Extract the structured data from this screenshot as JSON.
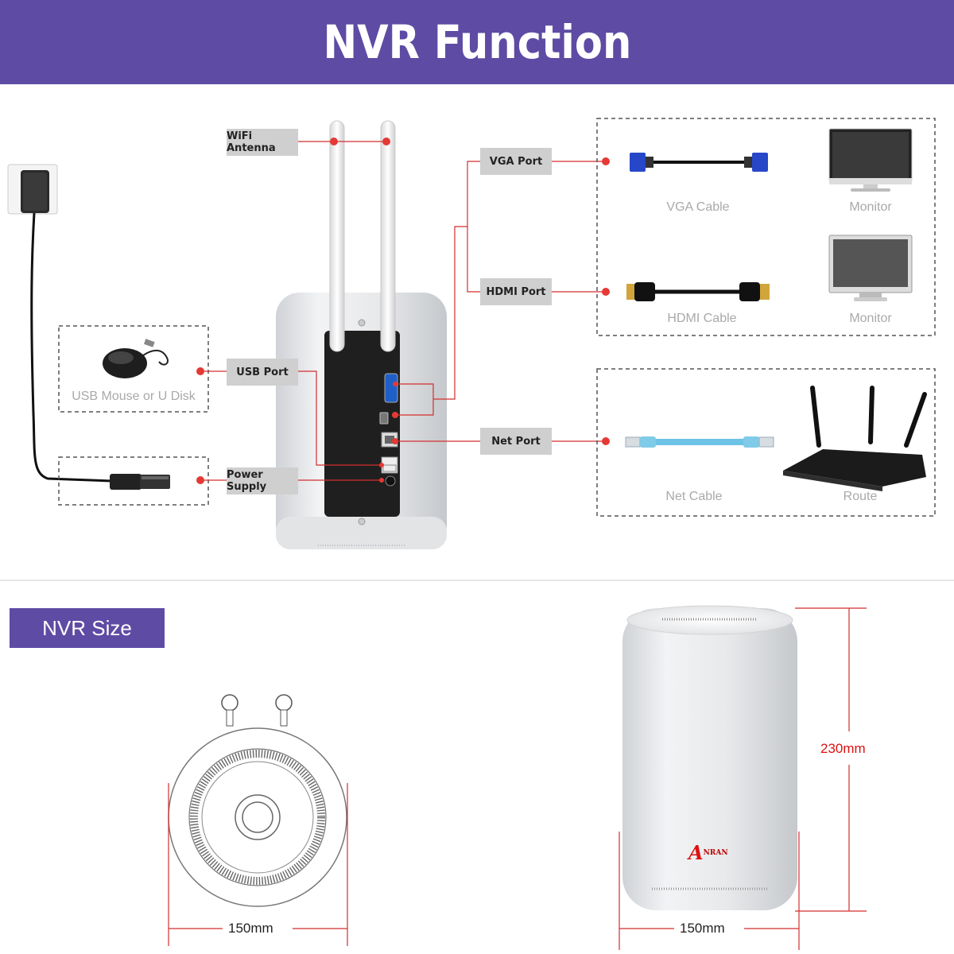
{
  "header": {
    "title": "NVR Function"
  },
  "labels": {
    "wifi_antenna": "WiFi Antenna",
    "usb_port": "USB Port",
    "power_supply": "Power Supply",
    "vga_port": "VGA Port",
    "hdmi_port": "HDMI Port",
    "net_port": "Net Port"
  },
  "captions": {
    "usb_device": "USB Mouse or U Disk",
    "vga_cable": "VGA Cable",
    "monitor_1": "Monitor",
    "hdmi_cable": "HDMI Cable",
    "monitor_2": "Monitor",
    "net_cable": "Net Cable",
    "router": "Route"
  },
  "size_section": {
    "title": "NVR Size",
    "width_top_view": "150mm",
    "height_front_view": "230mm",
    "width_front_view": "150mm",
    "logo_text": "ANRAN"
  },
  "colors": {
    "brand": "#5e4ba4",
    "connector_red": "#e53935",
    "tag_gray": "#cfcfcf"
  }
}
